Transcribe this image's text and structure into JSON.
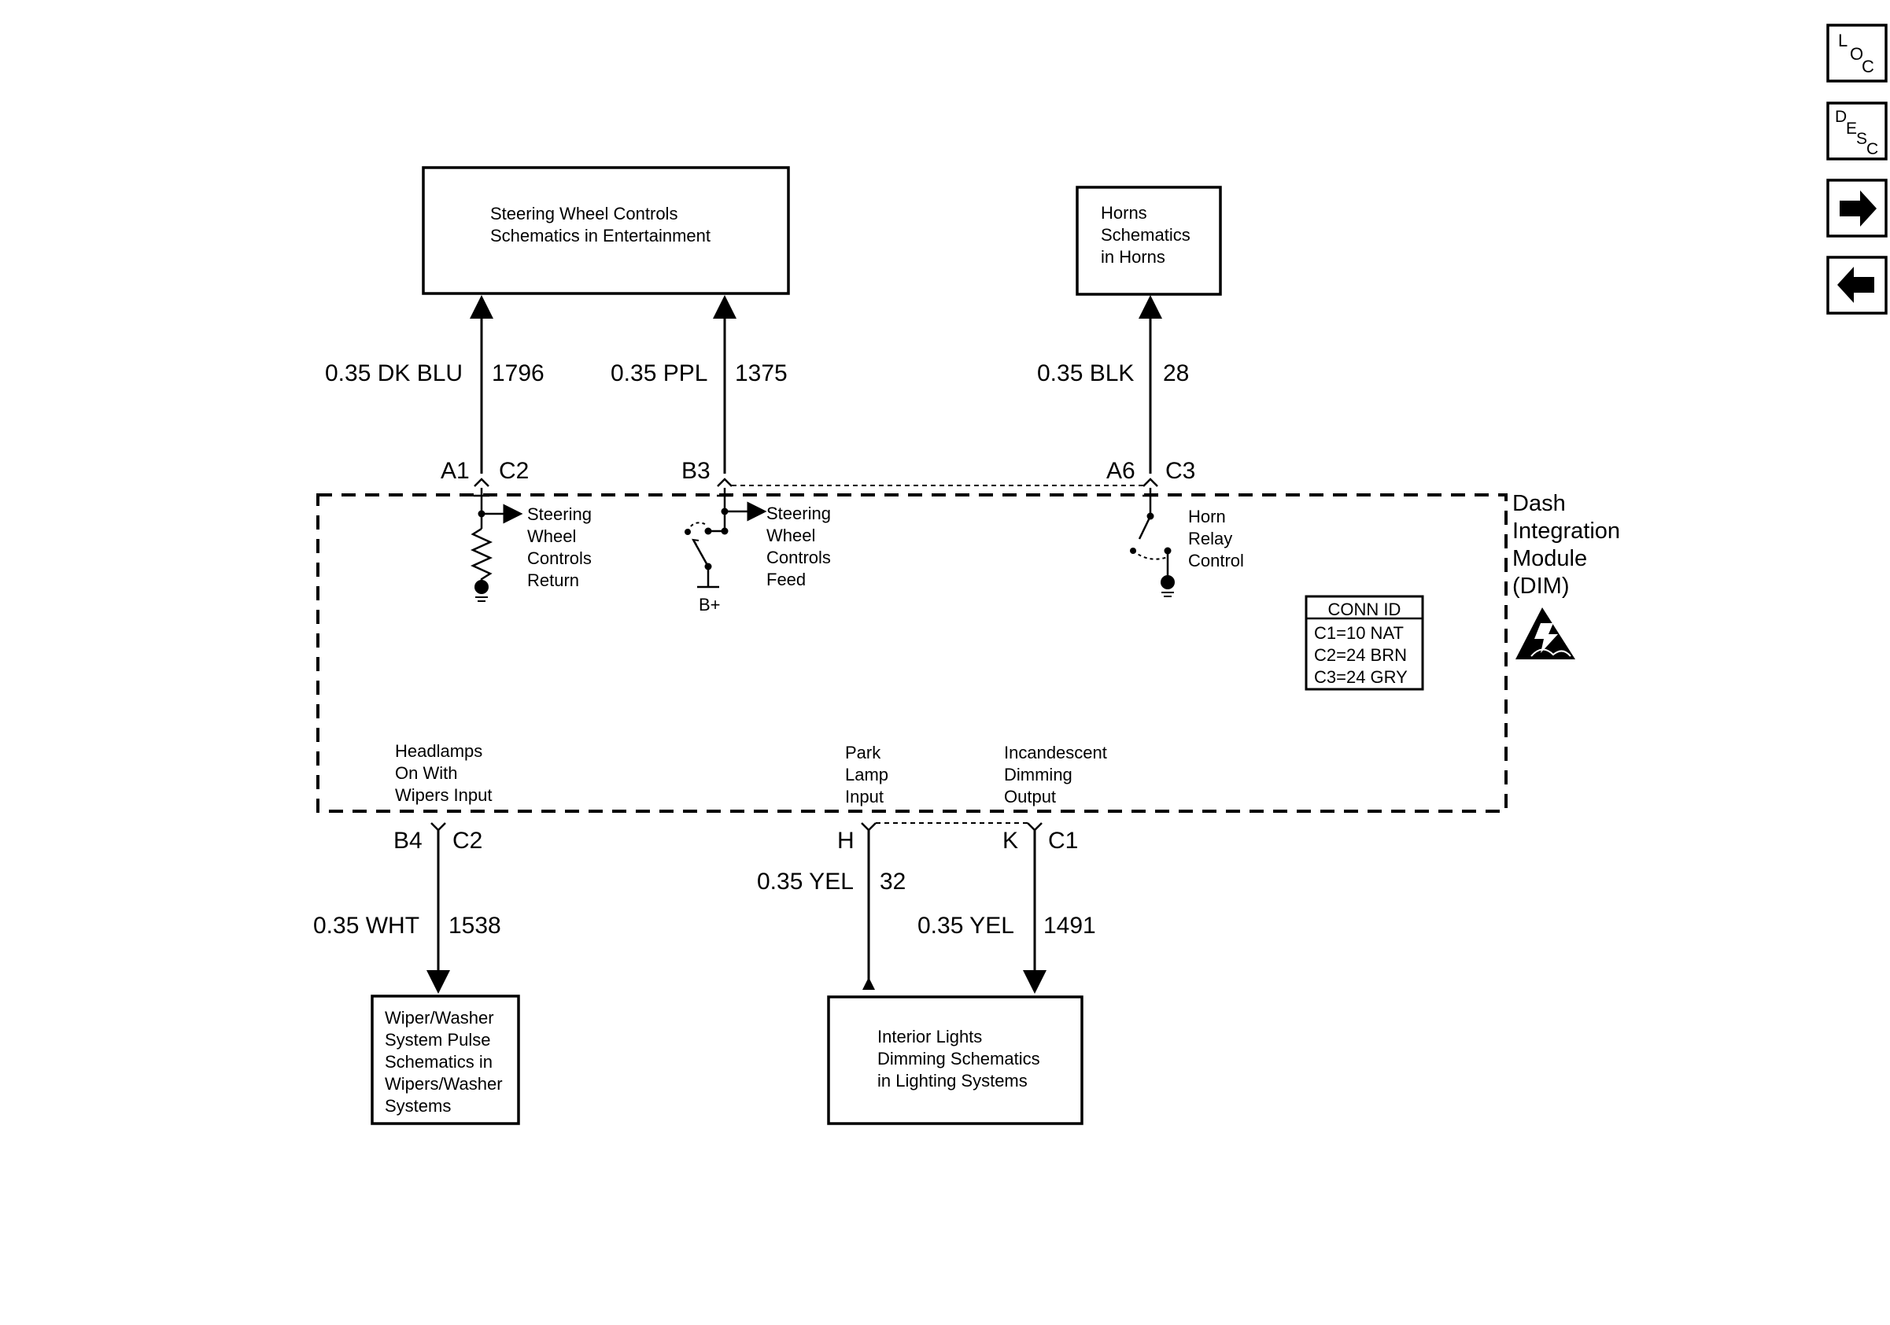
{
  "boxes": {
    "steering_controls": [
      "Steering Wheel Controls",
      "Schematics in Entertainment"
    ],
    "horns": [
      "Horns",
      "Schematics",
      "in Horns"
    ],
    "wiper": [
      "Wiper/Washer",
      "System Pulse",
      "Schematics in",
      "Wipers/Washer",
      "Systems"
    ],
    "interior": [
      "Interior Lights",
      "Dimming Schematics",
      "in Lighting Systems"
    ]
  },
  "module": {
    "title": [
      "Dash",
      "Integration",
      "Module",
      "(DIM)"
    ],
    "conn_id": {
      "header": "CONN ID",
      "rows": [
        "C1=10 NAT",
        "C2=24 BRN",
        "C3=24 GRY"
      ]
    }
  },
  "circuits": {
    "steering_return": {
      "wire": "0.35 DK BLU",
      "number": "1796",
      "pin": "A1",
      "connector": "C2",
      "label": [
        "Steering",
        "Wheel",
        "Controls",
        "Return"
      ]
    },
    "steering_feed": {
      "wire": "0.35 PPL",
      "number": "1375",
      "pin": "B3",
      "label": [
        "Steering",
        "Wheel",
        "Controls",
        "Feed"
      ],
      "supply": "B+"
    },
    "horn": {
      "wire": "0.35 BLK",
      "number": "28",
      "pin": "A6",
      "connector": "C3",
      "label": [
        "Horn",
        "Relay",
        "Control"
      ]
    },
    "headlamps": {
      "wire": "0.35 WHT",
      "number": "1538",
      "pin": "B4",
      "connector": "C2",
      "label": [
        "Headlamps",
        "On With",
        "Wipers Input"
      ]
    },
    "park": {
      "wire": "0.35 YEL",
      "number": "32",
      "pin": "H",
      "label": [
        "Park",
        "Lamp",
        "Input"
      ]
    },
    "dimming": {
      "wire": "0.35 YEL",
      "number": "1491",
      "pin": "K",
      "connector": "C1",
      "label": [
        "Incandescent",
        "Dimming",
        "Output"
      ]
    }
  },
  "nav": {
    "loc": {
      "letters": [
        "L",
        "O",
        "C"
      ]
    },
    "desc": {
      "letters": [
        "D",
        "E",
        "S",
        "C"
      ]
    },
    "forward_icon": "arrow-right-icon",
    "back_icon": "arrow-left-icon"
  },
  "esd_icon": "esd-warning-icon"
}
